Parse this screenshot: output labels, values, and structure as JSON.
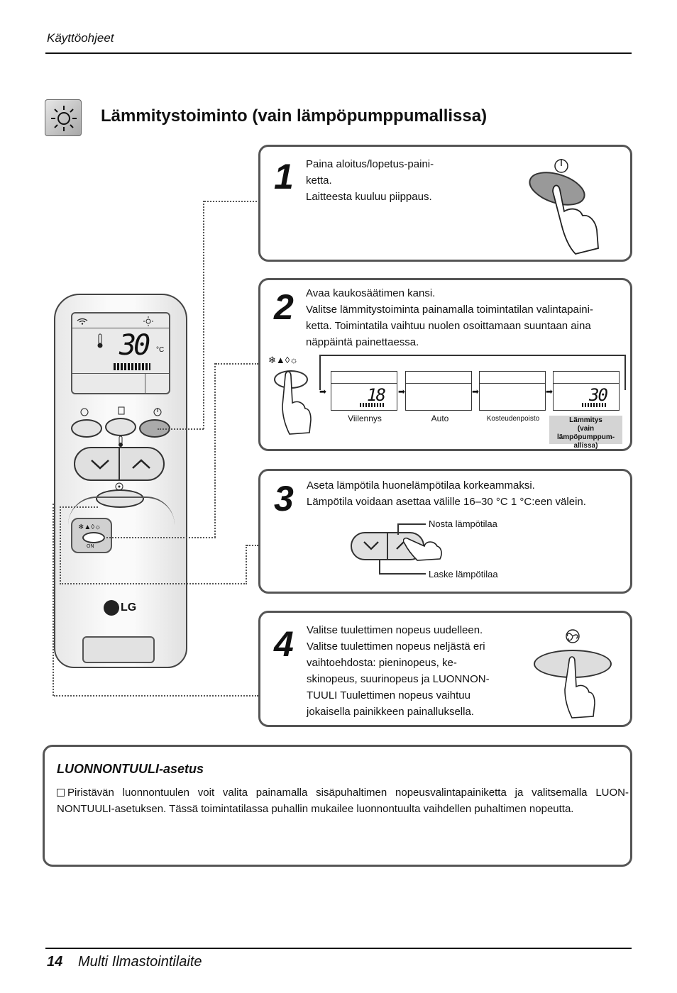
{
  "header": {
    "text": "Käyttöohjeet"
  },
  "title": "Lämmitystoiminto (vain lämpöpumppumallissa)",
  "remote": {
    "lcd_temp": "30",
    "lcd_unit": "°C",
    "brand": "LG",
    "on_label": "ON"
  },
  "steps": [
    {
      "num": "1",
      "lines": [
        "Paina aloitus/lopetus-paini-",
        "ketta.",
        "Laitteesta kuuluu piippaus."
      ]
    },
    {
      "num": "2",
      "lines": [
        "Avaa kaukosäätimen kansi.",
        "Valitse lämmitystoiminta painamalla toimintatilan  valintapaini-",
        "ketta. Toimintatila vaihtuu nuolen osoittamaan suuntaan aina",
        "näppäintä painettaessa."
      ]
    },
    {
      "num": "3",
      "lines": [
        "Aseta lämpötila huonelämpötilaa korkeammaksi.",
        "Lämpötila voidaan asettaa välille 16–30 °C 1 °C:een välein."
      ]
    },
    {
      "num": "4",
      "lines": [
        "Valitse tuulettimen nopeus uudelleen.",
        "Valitse tuulettimen nopeus neljästä eri",
        "vaihtoehdosta: pieninopeus, ke-",
        "skinopeus, suurinopeus ja LUONNON-",
        "TUULI Tuulettimen nopeus vaihtuu",
        "jokaisella painikkeen  painalluksella."
      ]
    }
  ],
  "modes": [
    {
      "label": "Viilennys",
      "temp": "18"
    },
    {
      "label": "Auto",
      "temp": ""
    },
    {
      "label": "Kosteudenpoisto",
      "temp": ""
    },
    {
      "label": "Lämmitys\n(vain lämpöpumppum-\nallissa)",
      "temp": "30"
    }
  ],
  "mode_unit": "°C",
  "temp_buttons": {
    "up_label": "Nosta lämpötilaa",
    "down_label": "Laske lämpötilaa"
  },
  "note": {
    "title": "LUONNONTUULI-asetus",
    "text": "Piristävän luonnontuulen voit valita painamalla sisäpuhaltimen nopeusvalintapainiketta ja valitsemalla LUON-NONTUULI-asetuksen. Tässä toimintatilassa puhallin mukailee luonnontuulta vaihdellen puhaltimen nopeutta."
  },
  "footer": {
    "page": "14",
    "title": "Multi Ilmastointilaite"
  }
}
